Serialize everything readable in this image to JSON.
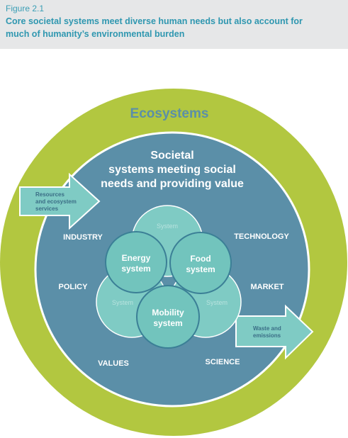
{
  "figure": {
    "number": "Figure 2.1",
    "title_line1": "Core societal systems meet diverse human needs but also account for",
    "title_line2": "much of humanity’s environmental burden"
  },
  "diagram": {
    "outer_ring_label": "Ecosystems",
    "center_title": [
      "Societal",
      "systems meeting social",
      "needs and providing value"
    ],
    "inputs_arrow": [
      "Resources",
      "and ecosystem",
      "services"
    ],
    "outputs_arrow": [
      "Waste and",
      "emissions"
    ],
    "systems": {
      "generic_top": "System",
      "generic_left": "System",
      "generic_right": "System",
      "energy": [
        "Energy",
        "system"
      ],
      "food": [
        "Food",
        "system"
      ],
      "mobility": [
        "Mobility",
        "system"
      ]
    },
    "contexts": {
      "industry": "INDUSTRY",
      "technology": "TECHNOLOGY",
      "policy": "POLICY",
      "market": "MARKET",
      "values": "VALUES",
      "science": "SCIENCE"
    }
  },
  "colors": {
    "ecosystem_ring": "#b2c740",
    "societal_disc": "#5b8fa8",
    "system_light": "#7fcbc4",
    "system_mid": "#72c4bd",
    "arrow": "#7fcbc4",
    "header_bg": "#e6e7e8",
    "title_text": "#2f97b0"
  }
}
